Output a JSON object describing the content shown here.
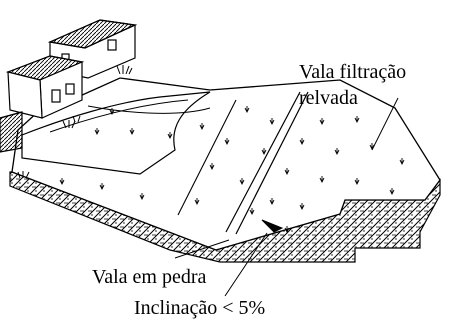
{
  "labels": {
    "grass_swale": [
      "Vala filtração",
      "relvada"
    ],
    "stone_trench": "Vala em pedra",
    "slope": "Inclinação < 5%"
  },
  "colors": {
    "ink": "#000000",
    "paper": "#ffffff"
  }
}
